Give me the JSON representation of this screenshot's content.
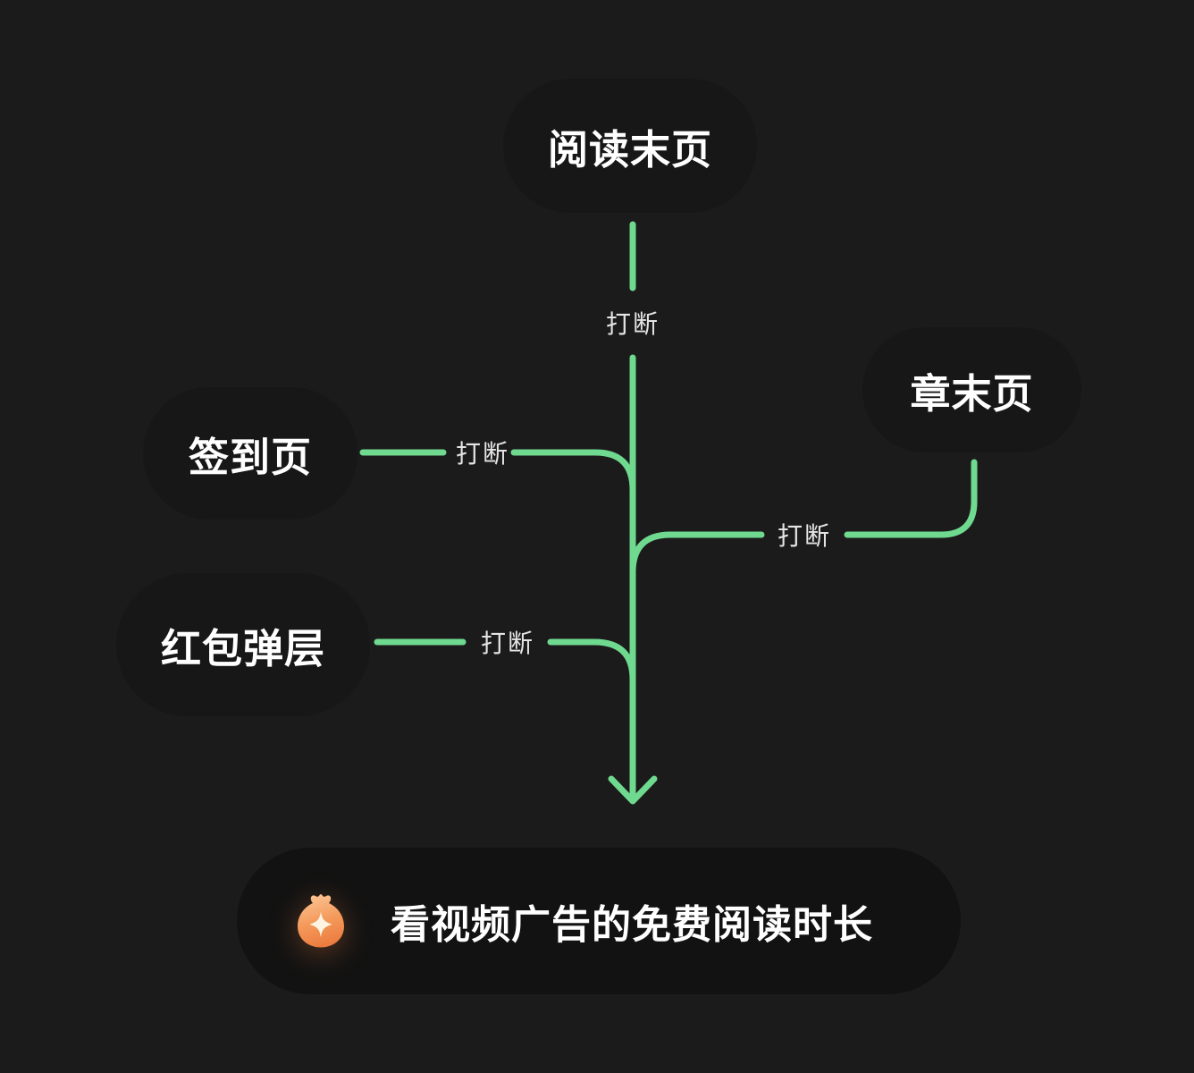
{
  "diagram": {
    "background_color": "#1B1B1B",
    "edge_color": "#6FD98F",
    "node_background_color": "#171717",
    "card_background_color": "#121212",
    "icon_colors": {
      "pouch_top": "#FAC392",
      "pouch_bottom": "#EC7A3E",
      "sparkle": "#FDF4E4"
    },
    "nodes": [
      {
        "id": "reading-last-page",
        "label": "阅读末页"
      },
      {
        "id": "sign-in-page",
        "label": "签到页"
      },
      {
        "id": "chapter-end-page",
        "label": "章末页"
      },
      {
        "id": "red-packet-popup",
        "label": "红包弹层"
      }
    ],
    "edges": [
      {
        "from": "阅读末页",
        "to": "看视频广告的免费阅读时长",
        "label": "打断"
      },
      {
        "from": "签到页",
        "to": "看视频广告的免费阅读时长",
        "label": "打断"
      },
      {
        "from": "章末页",
        "to": "看视频广告的免费阅读时长",
        "label": "打断"
      },
      {
        "from": "红包弹层",
        "to": "看视频广告的免费阅读时长",
        "label": "打断"
      }
    ],
    "result": {
      "icon": "money-pouch-sparkle-icon",
      "label": "看视频广告的免费阅读时长"
    }
  }
}
